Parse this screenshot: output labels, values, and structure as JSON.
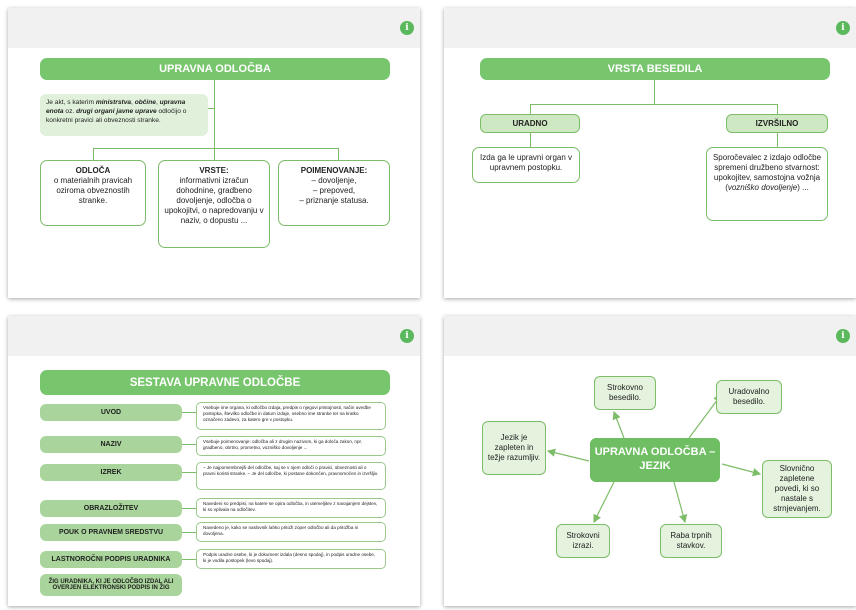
{
  "slide1": {
    "info_glyph": "i",
    "title": "UPRAVNA ODLOČBA",
    "def_parts": [
      "Je akt, s katerim ",
      "ministrstva",
      ", ",
      "občine",
      ", ",
      "upravna enota",
      " oz. ",
      "drugi organi javne uprave",
      " odločijo o konkretni pravici ali obveznosti stranke."
    ],
    "box1_title": "ODLOČA",
    "box1_text": "o materialnih pravicah oziroma obveznostih stranke.",
    "box2_title": "VRSTE:",
    "box2_text": "informativni izračun dohodnine, gradbeno dovoljenje, odločba o upokojitvi, o napredovanju v naziv, o dopustu ...",
    "box3_title": "POIMENOVANJE:",
    "box3_lines": [
      "– dovoljenje,",
      "– prepoved,",
      "– priznanje statusa."
    ]
  },
  "slide2": {
    "info_glyph": "i",
    "title": "VRSTA BESEDILA",
    "left_label": "URADNO",
    "right_label": "IZVRŠILNO",
    "left_text": "Izda ga le upravni organ v upravnem postopku.",
    "right_text_a": "Sporočevalec z izdajo odločbe spremeni družbeno stvarnost: upokojitev, samostojna vožnja (",
    "right_text_em": "vozniško dovoljenje",
    "right_text_b": ") ..."
  },
  "slide3": {
    "info_glyph": "i",
    "title": "SESTAVA UPRAVNE ODLOČBE",
    "rows": [
      {
        "label": "UVOD",
        "text": "Vsebuje ime organa, ki odločbo izdaja, predpis o njegovi pristojnosti, način uvedbe postopka, številko odločbe in datum izdaje, osebno ime stranke ter na kratko označeno zadevo, za katero gre v postopku."
      },
      {
        "label": "NAZIV",
        "text": "Vsebuje poimenovanje: odločba ali z drugim nazivom, ki ga določa zakon, npr. gradbeno, obrtno, prometno, vozniško dovoljenje ..."
      },
      {
        "label": "IZREK",
        "text": "– Je najpomembnejši del odločbe, saj se v njem odloči o pravici, obveznosti ali o pravni koristi stranke. – Je del odločbe, ki postane dokončen, pravnomočen in izvršljiv."
      },
      {
        "label": "OBRAZLOŽITEV",
        "text": "Navedeni so predpisi, na katere se opira odločba, in utemeljitev z navajanjem dejstev, ki so vplivala na odločitev."
      },
      {
        "label": "POUK O PRAVNEM SREDSTVU",
        "text": "Navedeno je, kako se naslovnik lahko pritoži zoper odločbo ali da pritožba ni dovoljena."
      },
      {
        "label": "LASTNOROČNI PODPIS URADNIKA",
        "text": "Podpis uradne osebe, ki je dokument izdala (desno spodaj), in podpis uradne osebe, ki je vodila postopek (levo spodaj)."
      },
      {
        "label": "ŽIG URADNIKA, KI JE ODLOČBO IZDAL ALI OVERJEN ELEKTRONSKI PODPIS IN ŽIG",
        "text": ""
      }
    ]
  },
  "slide4": {
    "info_glyph": "i",
    "center": "UPRAVNA ODLOČBA – JEZIK",
    "n_top": "Strokovno besedilo.",
    "n_topright": "Uradovalno besedilo.",
    "n_left": "Jezik je zapleten in težje razumljiv.",
    "n_right": "Slovnično zapletene povedi, ki so nastale s strnjevanjem.",
    "n_bottomleft": "Strokovni izrazi.",
    "n_bottom": "Raba trpnih stavkov."
  }
}
